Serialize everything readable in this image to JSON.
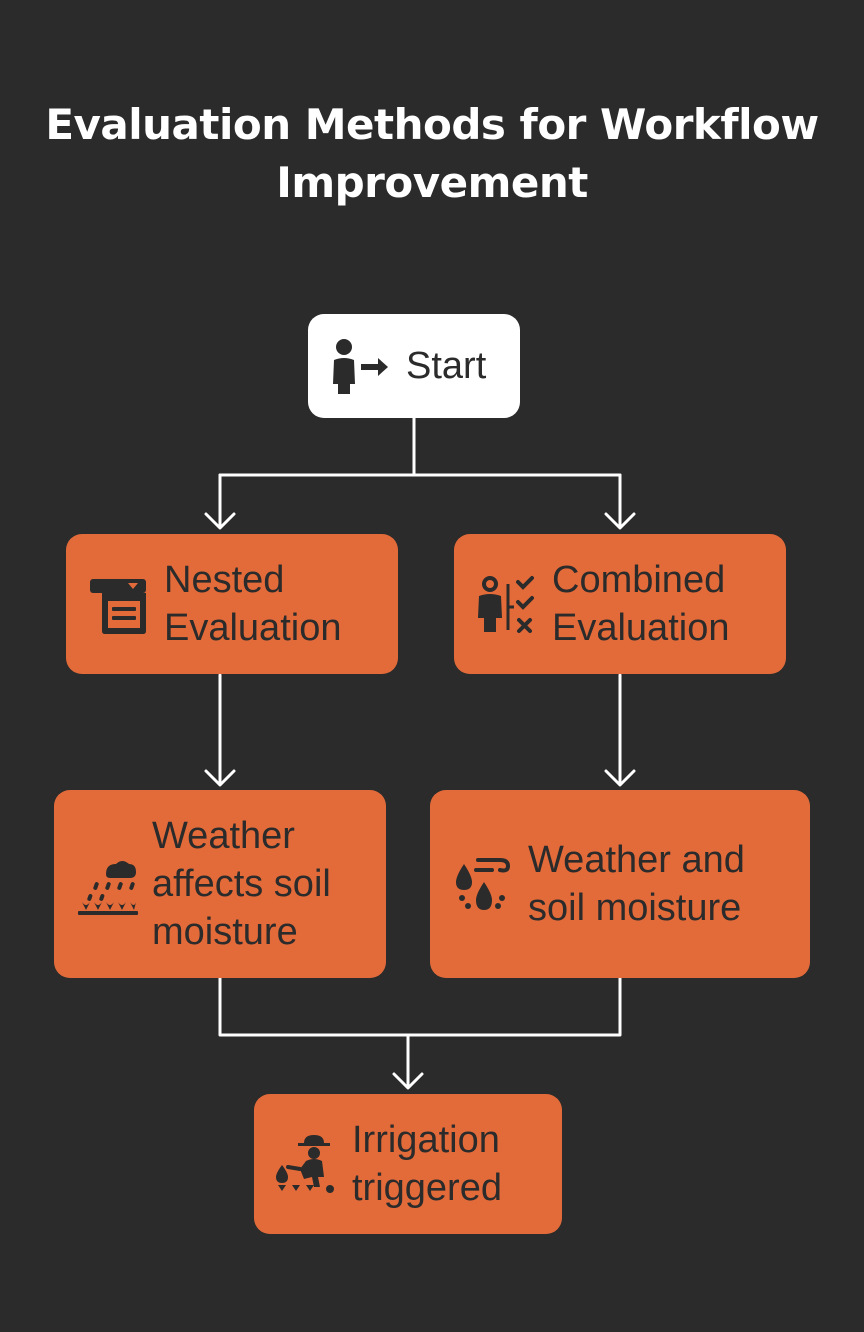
{
  "title": {
    "line1": "Evaluation Methods for Workflow",
    "line2": "Improvement"
  },
  "colors": {
    "background": "#2b2b2b",
    "node_orange": "#e36b3a",
    "node_white": "#ffffff",
    "connector": "#ffffff",
    "text_dark": "#2b2b2b"
  },
  "nodes": {
    "start": {
      "icon": "person-exit-icon",
      "lines": [
        "Start"
      ]
    },
    "nested": {
      "icon": "document-list-icon",
      "lines": [
        "Nested",
        "Evaluation"
      ]
    },
    "combined": {
      "icon": "person-checklist-icon",
      "lines": [
        "Combined",
        "Evaluation"
      ]
    },
    "weather_affects": {
      "icon": "rain-crops-icon",
      "lines": [
        "Weather",
        "affects soil",
        "moisture"
      ]
    },
    "weather_and": {
      "icon": "water-drops-wind-icon",
      "lines": [
        "Weather and",
        "soil moisture"
      ]
    },
    "irrigation": {
      "icon": "farmer-irrigation-icon",
      "lines": [
        "Irrigation",
        "triggered"
      ]
    }
  },
  "edges": [
    {
      "from": "start",
      "to": "nested"
    },
    {
      "from": "start",
      "to": "combined"
    },
    {
      "from": "nested",
      "to": "weather_affects"
    },
    {
      "from": "combined",
      "to": "weather_and"
    },
    {
      "from": "weather_affects",
      "to": "irrigation"
    },
    {
      "from": "weather_and",
      "to": "irrigation"
    }
  ]
}
